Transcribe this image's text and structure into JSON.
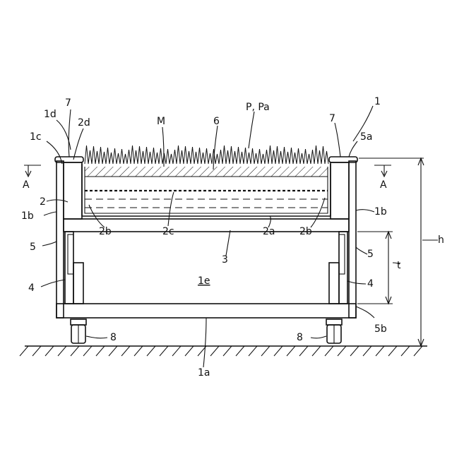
{
  "figure": {
    "labels": {
      "ref_1": "1",
      "ref_1a": "1a",
      "ref_1b_left": "1b",
      "ref_1b_right": "1b",
      "ref_1c": "1c",
      "ref_1d": "1d",
      "ref_1e": "1e",
      "ref_2": "2",
      "ref_2a": "2a",
      "ref_2b_left": "2b",
      "ref_2b_right": "2b",
      "ref_2c": "2c",
      "ref_2d": "2d",
      "ref_3": "3",
      "ref_4_left": "4",
      "ref_4_right": "4",
      "ref_5_left": "5",
      "ref_5_right": "5",
      "ref_5a": "5a",
      "ref_5b": "5b",
      "ref_6": "6",
      "ref_7_left": "7",
      "ref_7_right": "7",
      "ref_8_left": "8",
      "ref_8_right": "8",
      "ref_M": "M",
      "ref_P_Pa": "P, Pa",
      "ref_A_left": "A",
      "ref_A_right": "A",
      "ref_h": "h",
      "ref_t": "t"
    }
  }
}
